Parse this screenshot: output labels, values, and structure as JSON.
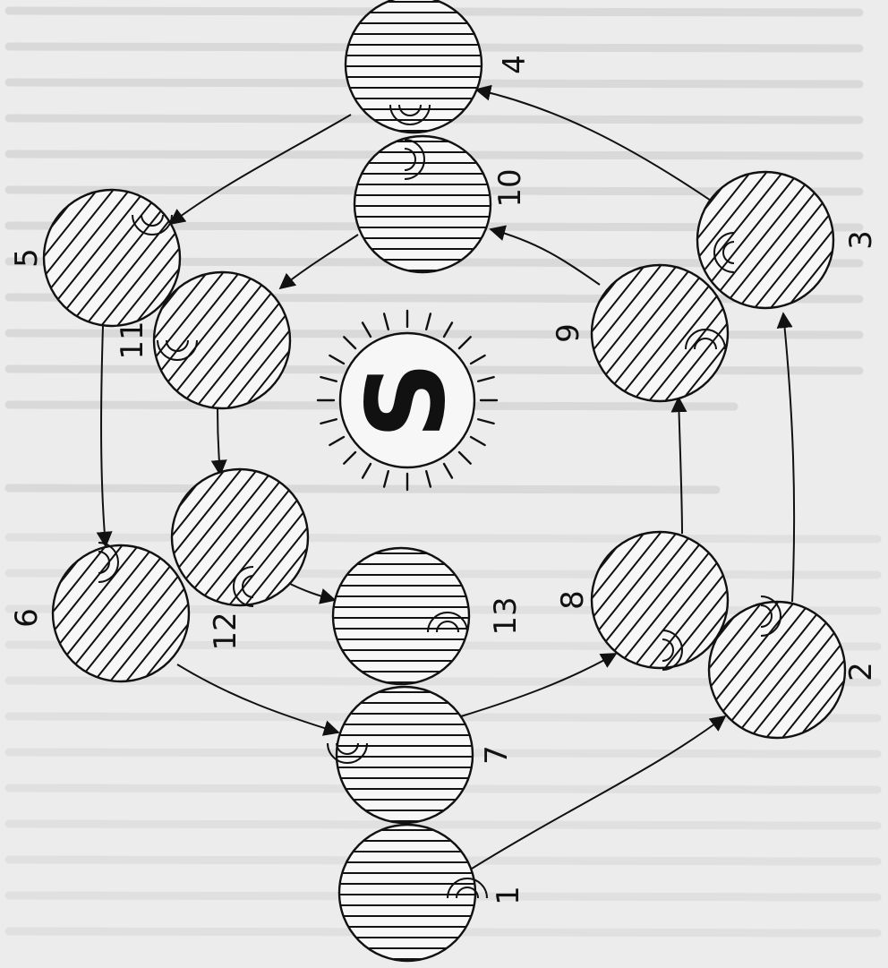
{
  "sun": {
    "letter": "S"
  },
  "disks": [
    {
      "label": "1",
      "hatch": "horizontal"
    },
    {
      "label": "2",
      "hatch": "diagonal"
    },
    {
      "label": "3",
      "hatch": "diagonal"
    },
    {
      "label": "4",
      "hatch": "horizontal"
    },
    {
      "label": "5",
      "hatch": "diagonal"
    },
    {
      "label": "6",
      "hatch": "diagonal"
    },
    {
      "label": "7",
      "hatch": "horizontal"
    },
    {
      "label": "8",
      "hatch": "diagonal"
    },
    {
      "label": "9",
      "hatch": "diagonal"
    },
    {
      "label": "10",
      "hatch": "horizontal"
    },
    {
      "label": "11",
      "hatch": "diagonal"
    },
    {
      "label": "12",
      "hatch": "diagonal"
    },
    {
      "label": "13",
      "hatch": "horizontal"
    }
  ],
  "arrows": [
    [
      "1",
      "2"
    ],
    [
      "2",
      "3"
    ],
    [
      "3",
      "4"
    ],
    [
      "4",
      "5"
    ],
    [
      "5",
      "6"
    ],
    [
      "6",
      "7"
    ],
    [
      "7",
      "8"
    ],
    [
      "8",
      "9"
    ],
    [
      "9",
      "10"
    ],
    [
      "10",
      "11"
    ],
    [
      "11",
      "12"
    ],
    [
      "12",
      "13"
    ]
  ],
  "colors": {
    "ink": "#111111",
    "paper": "#ececec",
    "disk_fill": "#f7f7f7",
    "bleed_through": "#d9d9d9"
  }
}
